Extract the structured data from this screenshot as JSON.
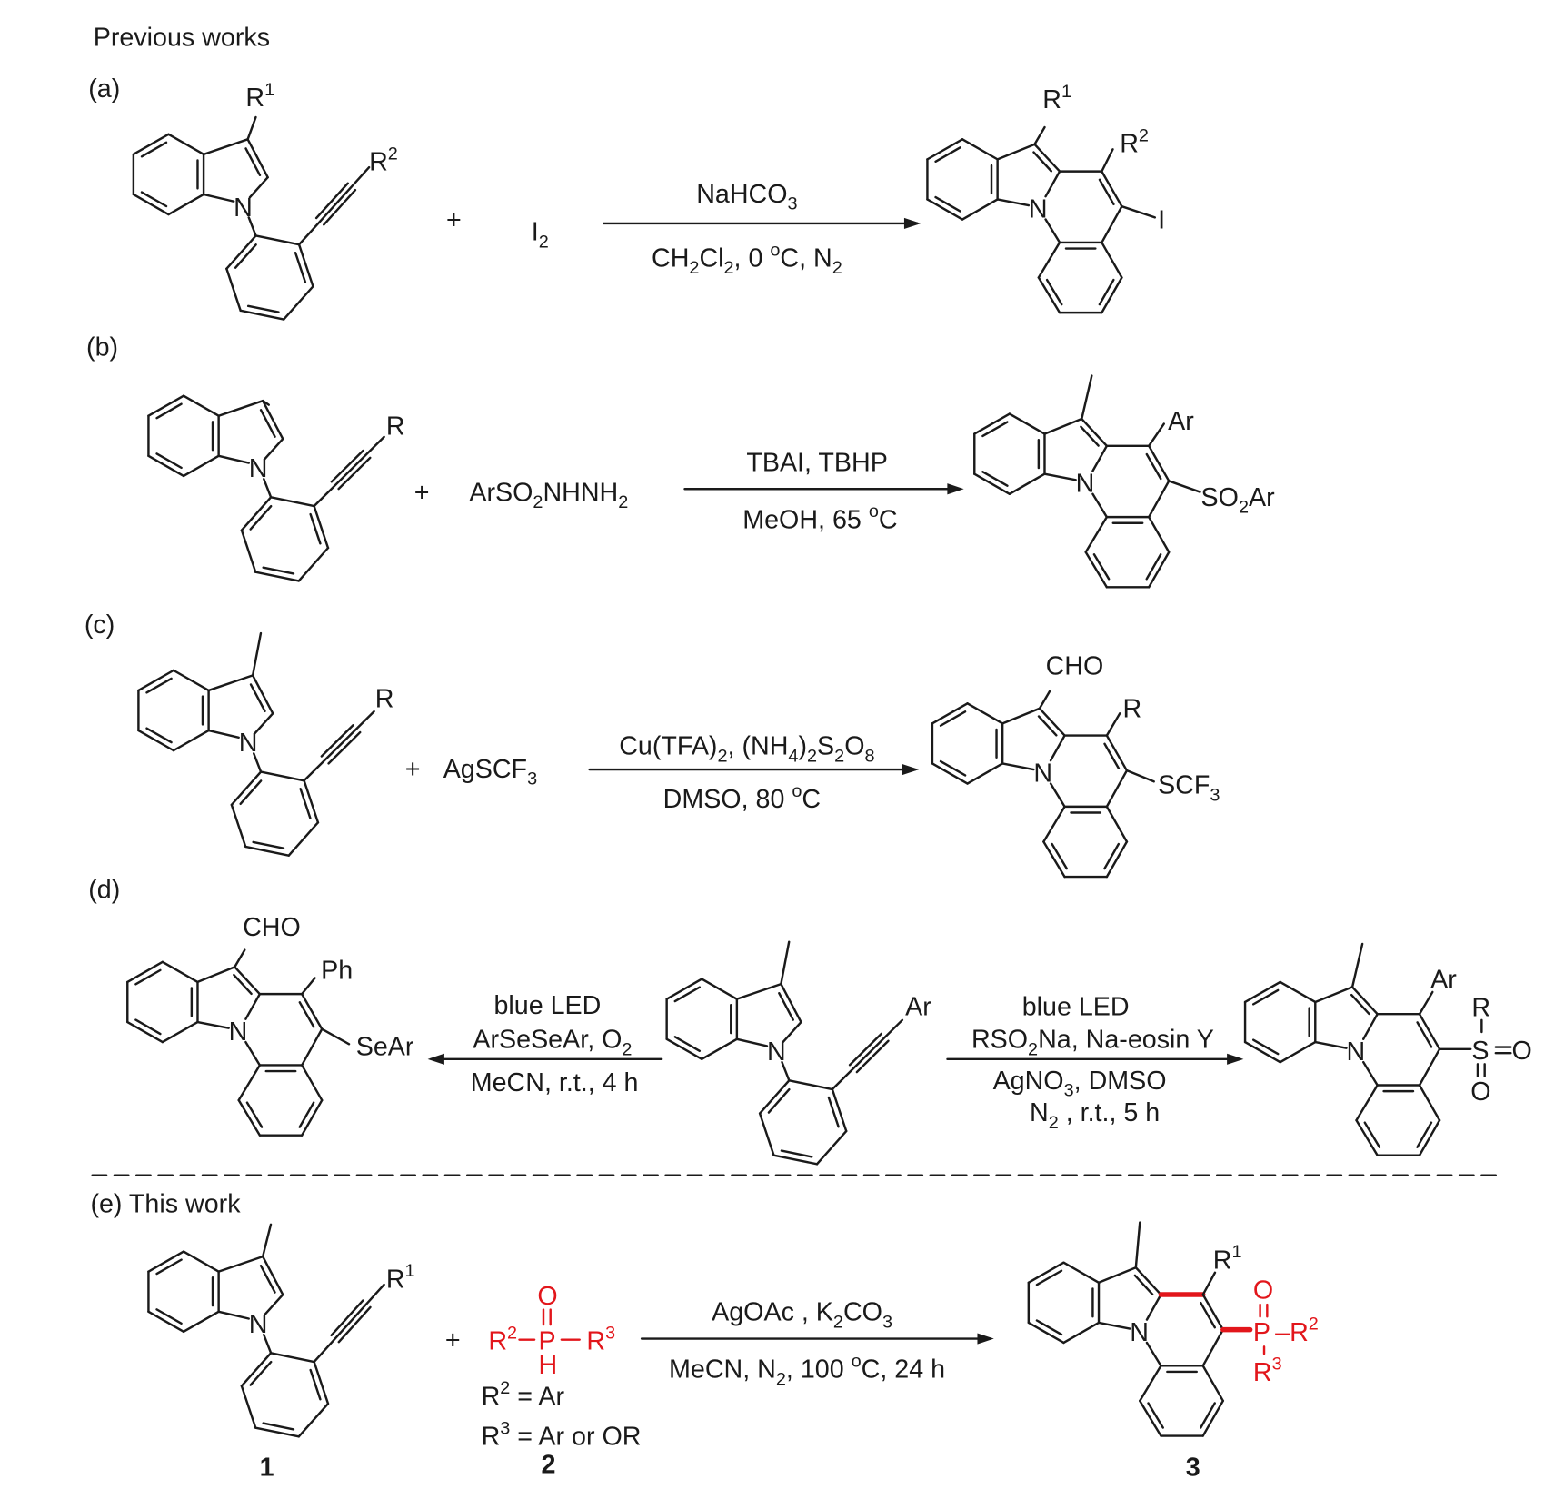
{
  "title": "Previous works",
  "colors": {
    "highlight": "#e2161b",
    "ink": "#1a1a1a"
  },
  "panels": {
    "a": {
      "label": "(a)",
      "reactant_r1": "R^1",
      "reactant_r2": "R^2",
      "plus": "+",
      "reagent": "I_2",
      "cond_top": "NaHCO_3",
      "cond_bottom": "CH_2Cl_2, 0 ^oC, N_2",
      "product_r1": "R^1",
      "product_r2": "R^2",
      "product_sub": "I",
      "n": "N"
    },
    "b": {
      "label": "(b)",
      "reactant_r": "R",
      "plus": "+",
      "reagent": "ArSO_2NHNH_2",
      "cond_top": "TBAI, TBHP",
      "cond_bottom": "MeOH, 65 ^oC",
      "product_ar": "Ar",
      "product_sub": "SO_2Ar",
      "n": "N"
    },
    "c": {
      "label": "(c)",
      "reactant_r": "R",
      "plus": "+",
      "reagent": "AgSCF_3",
      "cond_top": "Cu(TFA)_2, (NH_4)_2S_2O_8",
      "cond_bottom": "DMSO, 80 ^oC",
      "product_cho": "CHO",
      "product_r": "R",
      "product_sub": "SCF_3",
      "n": "N"
    },
    "d": {
      "label": "(d)",
      "reactant_ar": "Ar",
      "left_cond": [
        "blue LED",
        "ArSeSeAr, O_2",
        "MeCN, r.t., 4 h"
      ],
      "left_product": {
        "cho": "CHO",
        "ph": "Ph",
        "sub": "SeAr"
      },
      "right_cond": [
        "blue LED",
        "RSO_2Na, Na-eosin Y",
        "AgNO_3, DMSO",
        "N_2 , r.t., 5 h"
      ],
      "right_product": {
        "ar": "Ar",
        "r": "R",
        "s": "S",
        "o1": "O",
        "o2": "O"
      },
      "n": "N"
    },
    "e": {
      "label": "(e) This work",
      "reactant_r1": "R^1",
      "plus": "+",
      "reagent": {
        "r2": "R^2",
        "p": "P",
        "r3": "R^3",
        "o": "O",
        "h": "H"
      },
      "def_r2": "R^2 = Ar",
      "def_r3": "R^3 = Ar or OR",
      "cond_top": "AgOAc , K_2CO_3",
      "cond_bottom": "MeCN, N_2, 100 ^oC, 24 h",
      "product": {
        "r1": "R^1",
        "p": "P",
        "o": "O",
        "r2": "–R^2",
        "r3": "R^3"
      },
      "compound_1": "1",
      "compound_2": "2",
      "compound_3": "3",
      "n": "N"
    }
  }
}
